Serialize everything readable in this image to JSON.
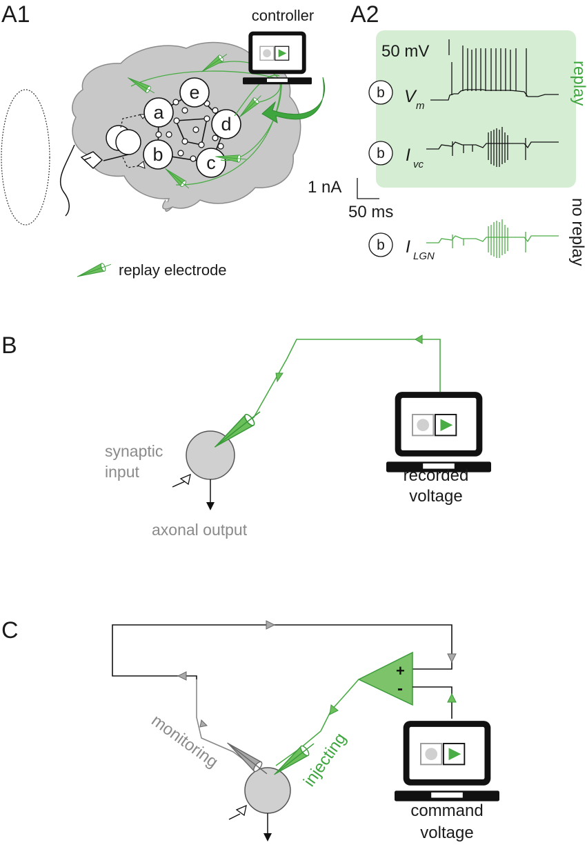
{
  "panels": {
    "a1": "A1",
    "a2": "A2",
    "b": "B",
    "c": "C"
  },
  "a1": {
    "controller": "controller",
    "nodes": {
      "a": "a",
      "b": "b",
      "c": "c",
      "d": "d",
      "e": "e"
    },
    "legend": "replay electrode"
  },
  "a2": {
    "scale_mv": "50 mV",
    "scale_na": "1 nA",
    "scale_ms": "50 ms",
    "replay": "replay",
    "no_replay": "no replay",
    "trace_cell": "b",
    "vm": {
      "main": "V",
      "sub": "m"
    },
    "ivc": {
      "main": "I",
      "sub": "vc"
    },
    "ilgn": {
      "main": "I",
      "sub": "LGN"
    }
  },
  "b": {
    "synaptic1": "synaptic",
    "synaptic2": "input",
    "axonal": "axonal output",
    "recorded1": "recorded",
    "recorded2": "voltage"
  },
  "c": {
    "monitoring": "monitoring",
    "injecting": "injecting",
    "plus": "+",
    "minus": "-",
    "command1": "command",
    "command2": "voltage"
  },
  "colors": {
    "green": "#3fa63f",
    "green_fill": "#7cc36a",
    "replay_bg": "#d5eed3",
    "grey": "#9a9a9a",
    "brain": "#c8c8c8"
  }
}
